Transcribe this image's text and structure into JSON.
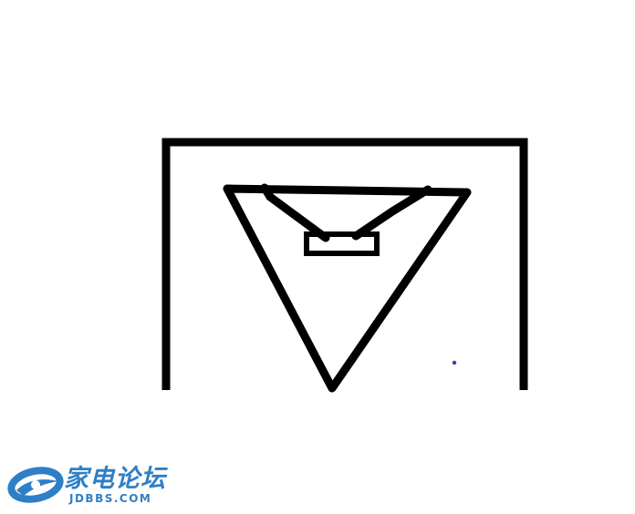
{
  "colors": {
    "background": "#ffffff",
    "ink": "#000000",
    "stray_dot": "#3a3ab0",
    "watermark_blue": "#2f7fc6"
  },
  "watermark": {
    "logo_icon": "swoosh-logo",
    "site_name": "家电论坛",
    "site_url": "JDBBS.COM"
  }
}
